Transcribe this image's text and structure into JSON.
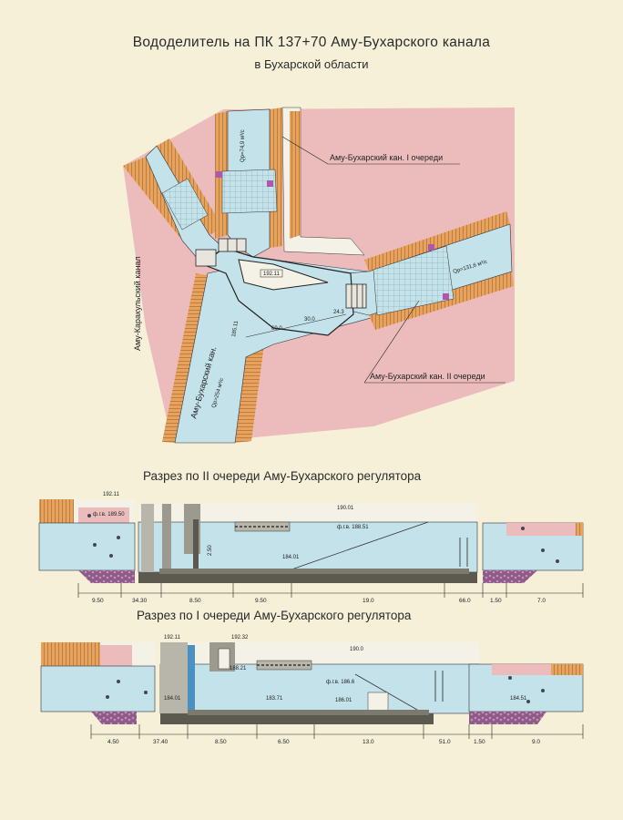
{
  "title": "Вододелитель на ПК 137+70 Аму-Бухарского канала",
  "subtitle": "в Бухарской области",
  "plan": {
    "label_canal_1": "Аму-Бухарский кан. I очереди",
    "label_canal_2": "Аму-Бухарский кан. II очереди",
    "label_karakul": "Аму-Каракульский канал",
    "label_main": "Аму-Бухарский кан.",
    "q_main": "Qр=254 м³/с",
    "q_1": "Qр=74,9 м³/с",
    "q_2": "Qр=131,6 м³/с",
    "elev_center": "192.11",
    "elev_left": "185.11",
    "dim_60": "60.0",
    "dim_30": "30.0",
    "dim_243": "24.3"
  },
  "section2": {
    "title": "Разрез по II очереди Аму-Бухарского   регулятора",
    "elev_top": "192.11",
    "elev_left_water": "ф.г.в. 189.50",
    "elev_right_top": "190.01",
    "elev_fgv": "ф.г.в. 188.51",
    "elev_bottom": "184.01",
    "dim_v": "2.50",
    "dims": [
      "9.50",
      "34.30",
      "8.50",
      "9.50",
      "19.0",
      "66.0",
      "1.50",
      "7.0"
    ]
  },
  "section1": {
    "title": "Разрез по I очереди Аму-Бухарского регулятора",
    "elev_top_left": "192.11",
    "elev_top_mid": "192.32",
    "elev_gate": "188.21",
    "elev_right_top": "190.0",
    "elev_fgv": "ф.г.в. 186.6",
    "elev_left_bottom": "184.01",
    "elev_mid_bottom": "183.71",
    "elev_186": "186.01",
    "elev_right_bottom": "184.51",
    "dims": [
      "4.50",
      "37.40",
      "8.50",
      "6.50",
      "13.0",
      "51.0",
      "1.50",
      "9.0"
    ]
  },
  "colors": {
    "background": "#f6f0d9",
    "land": "#ecbcbc",
    "water": "#c3e2ea",
    "slope": "#e8a25c",
    "concrete": "#c8c8c2",
    "bottom": "#5c5a4f"
  }
}
